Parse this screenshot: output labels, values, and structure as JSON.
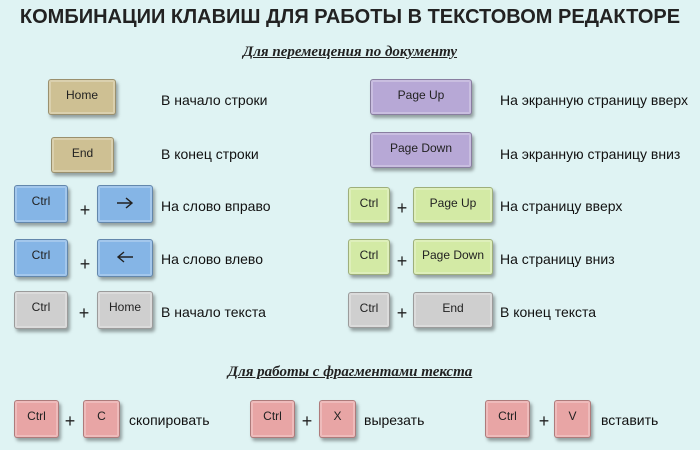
{
  "title": "КОМБИНАЦИИ КЛАВИШ ДЛЯ РАБОТЫ В ТЕКСТОВОМ РЕДАКТОРЕ",
  "section1": "Для перемещения по документу",
  "section2": "Для работы с фрагментами текста",
  "keys": {
    "home": "Home",
    "end": "End",
    "ctrl": "Ctrl",
    "page_up": "Page Up",
    "page_down": "Page Down",
    "c": "C",
    "x": "X",
    "v": "V"
  },
  "plus": "+",
  "left_descriptions": {
    "home": "В начало строки",
    "end": "В конец строки",
    "word_right": "На слово вправо",
    "word_left": "На слово влево",
    "text_start": "В начало текста"
  },
  "right_descriptions": {
    "screen_up": "На экранную страницу вверх",
    "screen_down": "На экранную страницу вниз",
    "page_up": "На страницу вверх",
    "page_down": "На страницу вниз",
    "text_end": "В конец текста"
  },
  "fragment_descriptions": {
    "copy": "скопировать",
    "cut": "вырезать",
    "paste": "вставить"
  },
  "icons": {
    "arrow_right": "arrow-right-icon",
    "arrow_left": "arrow-left-icon"
  },
  "colors": {
    "background": "#dff3f3",
    "tan_key": "#cec093",
    "purple_key": "#b7a8d6",
    "blue_key": "#85b5e6",
    "green_key": "#d3eaa5",
    "gray_key": "#cfcfcf",
    "pink_key": "#e8a5a5"
  }
}
